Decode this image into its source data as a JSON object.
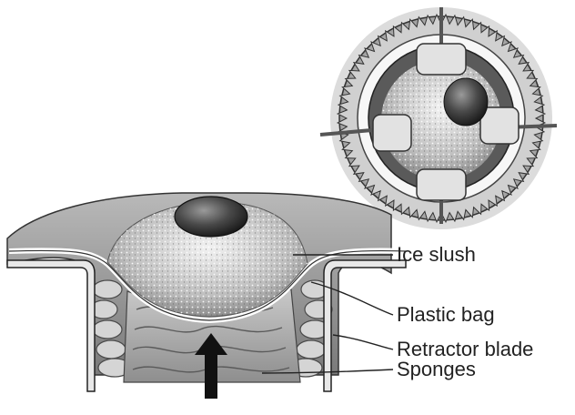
{
  "labels": {
    "ice_slush": "Ice slush",
    "plastic_bag": "Plastic bag",
    "retractor_blade": "Retractor blade",
    "sponges": "Sponges"
  },
  "colors": {
    "background": "#ffffff",
    "ink": "#1e1e1e",
    "tissue_dark": "#6f6f6f",
    "tissue_mid": "#a9a9a9",
    "slush": "#d8d8d8",
    "organ": "#3c3c3c",
    "ring_metal": "#e6e6e6"
  }
}
